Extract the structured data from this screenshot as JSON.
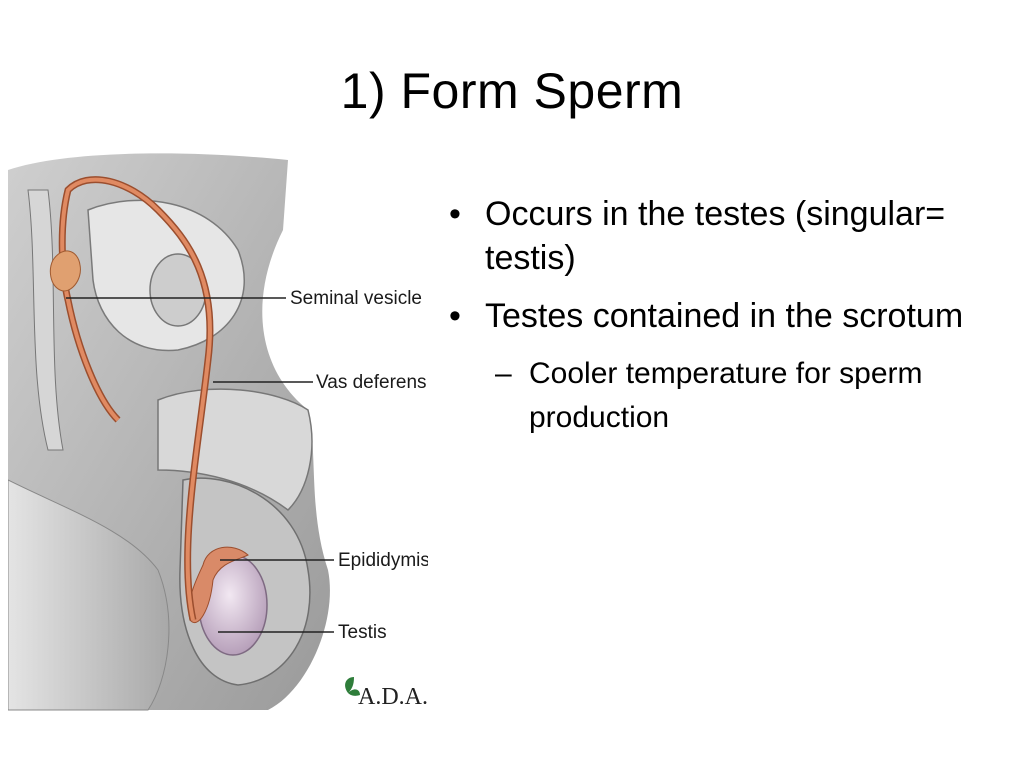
{
  "slide": {
    "title": "1) Form Sperm"
  },
  "figure": {
    "labels": {
      "seminal_vesicle": "Seminal vesicle",
      "vas_deferens": "Vas deferens",
      "epididymis": "Epididymis",
      "testis": "Testis"
    },
    "logo": "A.D.A.M.",
    "colors": {
      "duct": "#c8643c",
      "testis": "#d9c6dd",
      "tissue": "#bdbdbd"
    }
  },
  "content": {
    "bullets": [
      {
        "text": "Occurs in the testes (singular= testis)"
      },
      {
        "text": "Testes  contained in the scrotum"
      }
    ],
    "sub_bullets": [
      {
        "text": "Cooler temperature for sperm production"
      }
    ],
    "bullet_symbol": "•",
    "sub_symbol": "–"
  }
}
